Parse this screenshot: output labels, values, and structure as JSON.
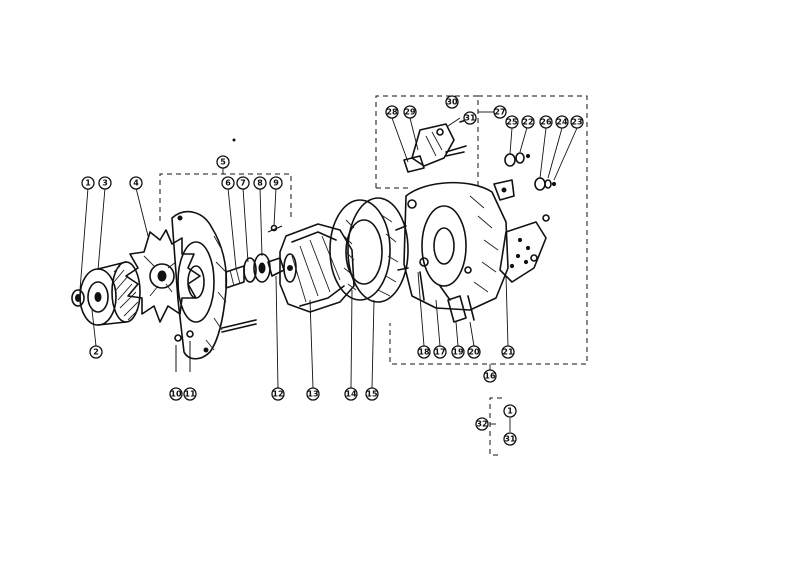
{
  "diagram": {
    "callouts": [
      {
        "id": "c1",
        "label": "1"
      },
      {
        "id": "c2",
        "label": "2"
      },
      {
        "id": "c3",
        "label": "3"
      },
      {
        "id": "c4",
        "label": "4"
      },
      {
        "id": "c5",
        "label": "5"
      },
      {
        "id": "c6",
        "label": "6"
      },
      {
        "id": "c7",
        "label": "7"
      },
      {
        "id": "c8",
        "label": "8"
      },
      {
        "id": "c9",
        "label": "9"
      },
      {
        "id": "c10",
        "label": "10"
      },
      {
        "id": "c11",
        "label": "11"
      },
      {
        "id": "c12",
        "label": "12"
      },
      {
        "id": "c13",
        "label": "13"
      },
      {
        "id": "c14",
        "label": "14"
      },
      {
        "id": "c15",
        "label": "15"
      },
      {
        "id": "c16",
        "label": "16"
      },
      {
        "id": "c17",
        "label": "17"
      },
      {
        "id": "c18",
        "label": "18"
      },
      {
        "id": "c19",
        "label": "19"
      },
      {
        "id": "c20",
        "label": "20"
      },
      {
        "id": "c21",
        "label": "21"
      },
      {
        "id": "c22",
        "label": "22"
      },
      {
        "id": "c23",
        "label": "23"
      },
      {
        "id": "c24",
        "label": "24"
      },
      {
        "id": "c25",
        "label": "25"
      },
      {
        "id": "c26",
        "label": "26"
      },
      {
        "id": "c27",
        "label": "27"
      },
      {
        "id": "c28",
        "label": "28"
      },
      {
        "id": "c29",
        "label": "29"
      },
      {
        "id": "c30",
        "label": "30"
      },
      {
        "id": "c31",
        "label": "31"
      },
      {
        "id": "c32",
        "label": "32"
      },
      {
        "id": "c33",
        "label": "1"
      },
      {
        "id": "c34",
        "label": "31"
      }
    ]
  }
}
